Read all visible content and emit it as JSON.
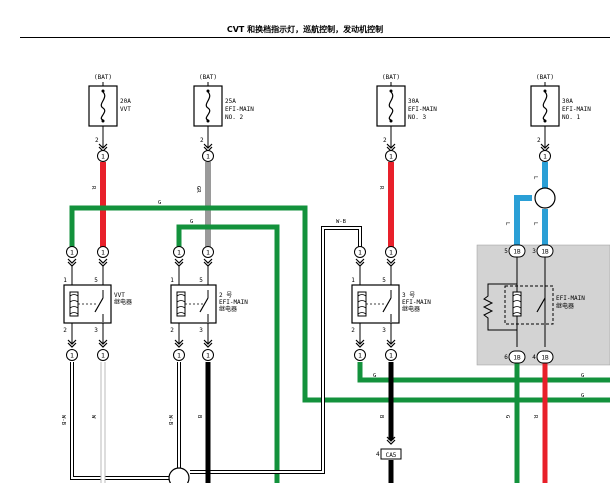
{
  "header": {
    "title": "CVT 和换档指示灯，巡航控制，发动机控制"
  },
  "fuses": [
    {
      "source": "(BAT)",
      "rating": "20A",
      "name": "VVT",
      "name2": "",
      "pin_top": "2",
      "conn": "1"
    },
    {
      "source": "(BAT)",
      "rating": "25A",
      "name": "EFI-MAIN",
      "name2": "NO. 2",
      "pin_top": "2",
      "conn": "1"
    },
    {
      "source": "(BAT)",
      "rating": "30A",
      "name": "EFI-MAIN",
      "name2": "NO. 3",
      "pin_top": "2",
      "conn": "1"
    },
    {
      "source": "(BAT)",
      "rating": "30A",
      "name": "EFI-MAIN",
      "name2": "NO. 1",
      "pin_top": "2",
      "conn": "1"
    }
  ],
  "relays": [
    {
      "name": "VVT",
      "name2": "继电器",
      "pins": [
        "1",
        "5",
        "2",
        "3"
      ],
      "conn_top": [
        "1",
        "1"
      ],
      "conn_bottom": [
        "1",
        "1"
      ]
    },
    {
      "name": "2 号",
      "name2": "EFI-MAIN",
      "name3": "继电器",
      "pins": [
        "1",
        "5",
        "2",
        "3"
      ],
      "conn_top": [
        "1",
        "1"
      ],
      "conn_bottom": [
        "1",
        "1"
      ]
    },
    {
      "name": "3 号",
      "name2": "EFI-MAIN",
      "name3": "继电器",
      "pins": [
        "1",
        "5",
        "2",
        "3"
      ],
      "conn_top": [
        "1",
        "1"
      ],
      "conn_bottom": [
        "1",
        "1"
      ]
    },
    {
      "name": "EFI-MAIN",
      "name2": "继电器",
      "pins": [
        "5",
        "3",
        "6",
        "4"
      ],
      "conn": [
        "1B",
        "1B",
        "1B",
        "1B"
      ]
    }
  ],
  "wire_labels": {
    "red": "R",
    "gray": "GR",
    "green": "G",
    "white_black": "W-B",
    "blue": "L",
    "white": "W",
    "black": "B"
  },
  "connector": {
    "pin": "4",
    "name": "CA5"
  },
  "colors": {
    "red": "#e8202a",
    "green": "#13923c",
    "blue": "#2a9fd6",
    "gray": "#9a9a9a",
    "black": "#000000",
    "white": "#ffffff",
    "box": "#d3d3d3"
  }
}
